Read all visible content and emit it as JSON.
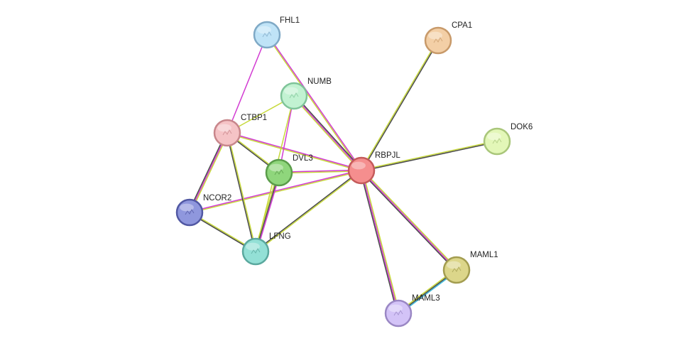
{
  "nodes": [
    {
      "id": "RBPJL",
      "label": "RBPJL",
      "fill": "#f58e8e",
      "stroke": "#c45a5a",
      "query": true
    },
    {
      "id": "CPA1",
      "label": "CPA1",
      "fill": "#f3cfa6",
      "stroke": "#c89a6a",
      "query": false
    },
    {
      "id": "DOK6",
      "label": "DOK6",
      "fill": "#e3f7b8",
      "stroke": "#a9c67a",
      "query": false
    },
    {
      "id": "FHL1",
      "label": "FHL1",
      "fill": "#bfe3f7",
      "stroke": "#7fa9c6",
      "query": false
    },
    {
      "id": "NUMB",
      "label": "NUMB",
      "fill": "#c2f2d2",
      "stroke": "#7fc499",
      "query": false
    },
    {
      "id": "CTBP1",
      "label": "CTBP1",
      "fill": "#f5c3c6",
      "stroke": "#c8868b",
      "query": false
    },
    {
      "id": "DVL3",
      "label": "DVL3",
      "fill": "#8fd67c",
      "stroke": "#5a9c4a",
      "query": false
    },
    {
      "id": "NCOR2",
      "label": "NCOR2",
      "fill": "#8f97dd",
      "stroke": "#5158a3",
      "query": false
    },
    {
      "id": "LFNG",
      "label": "LFNG",
      "fill": "#93e0d6",
      "stroke": "#5aa89e",
      "query": false
    },
    {
      "id": "MAML1",
      "label": "MAML1",
      "fill": "#dcd68a",
      "stroke": "#a39d50",
      "query": false
    },
    {
      "id": "MAML3",
      "label": "MAML3",
      "fill": "#d3c3f7",
      "stroke": "#9a87c4",
      "query": false
    }
  ],
  "edges": [
    {
      "from": "RBPJL",
      "to": "CPA1",
      "colors": [
        "#c7d93a",
        "#4a4a4a"
      ]
    },
    {
      "from": "RBPJL",
      "to": "DOK6",
      "colors": [
        "#c7d93a",
        "#4a4a4a"
      ]
    },
    {
      "from": "RBPJL",
      "to": "FHL1",
      "colors": [
        "#c7d93a",
        "#d23bd2"
      ]
    },
    {
      "from": "RBPJL",
      "to": "NUMB",
      "colors": [
        "#c7d93a",
        "#d23bd2",
        "#4a4a4a"
      ]
    },
    {
      "from": "RBPJL",
      "to": "CTBP1",
      "colors": [
        "#c7d93a",
        "#d23bd2"
      ]
    },
    {
      "from": "RBPJL",
      "to": "DVL3",
      "colors": [
        "#c7d93a",
        "#d23bd2"
      ]
    },
    {
      "from": "RBPJL",
      "to": "NCOR2",
      "colors": [
        "#c7d93a",
        "#d23bd2"
      ]
    },
    {
      "from": "RBPJL",
      "to": "LFNG",
      "colors": [
        "#c7d93a",
        "#4a4a4a"
      ]
    },
    {
      "from": "RBPJL",
      "to": "MAML1",
      "colors": [
        "#c7d93a",
        "#d23bd2",
        "#4a4a4a"
      ]
    },
    {
      "from": "RBPJL",
      "to": "MAML3",
      "colors": [
        "#c7d93a",
        "#d23bd2",
        "#4a4a4a"
      ]
    },
    {
      "from": "MAML1",
      "to": "MAML3",
      "colors": [
        "#3bb8d9",
        "#4a4a4a",
        "#c7d93a"
      ]
    },
    {
      "from": "FHL1",
      "to": "CTBP1",
      "colors": [
        "#d23bd2"
      ]
    },
    {
      "from": "NUMB",
      "to": "CTBP1",
      "colors": [
        "#c7d93a"
      ]
    },
    {
      "from": "NUMB",
      "to": "DVL3",
      "colors": [
        "#d23bd2"
      ]
    },
    {
      "from": "NUMB",
      "to": "LFNG",
      "colors": [
        "#c7d93a"
      ]
    },
    {
      "from": "CTBP1",
      "to": "DVL3",
      "colors": [
        "#c7d93a",
        "#4a4a4a"
      ]
    },
    {
      "from": "CTBP1",
      "to": "NCOR2",
      "colors": [
        "#c7d93a",
        "#d23bd2",
        "#4a4a4a"
      ]
    },
    {
      "from": "CTBP1",
      "to": "LFNG",
      "colors": [
        "#c7d93a",
        "#4a4a4a"
      ]
    },
    {
      "from": "DVL3",
      "to": "LFNG",
      "colors": [
        "#d23bd2",
        "#4a4a4a",
        "#c7d93a"
      ]
    },
    {
      "from": "NCOR2",
      "to": "LFNG",
      "colors": [
        "#c7d93a",
        "#4a4a4a"
      ]
    }
  ]
}
